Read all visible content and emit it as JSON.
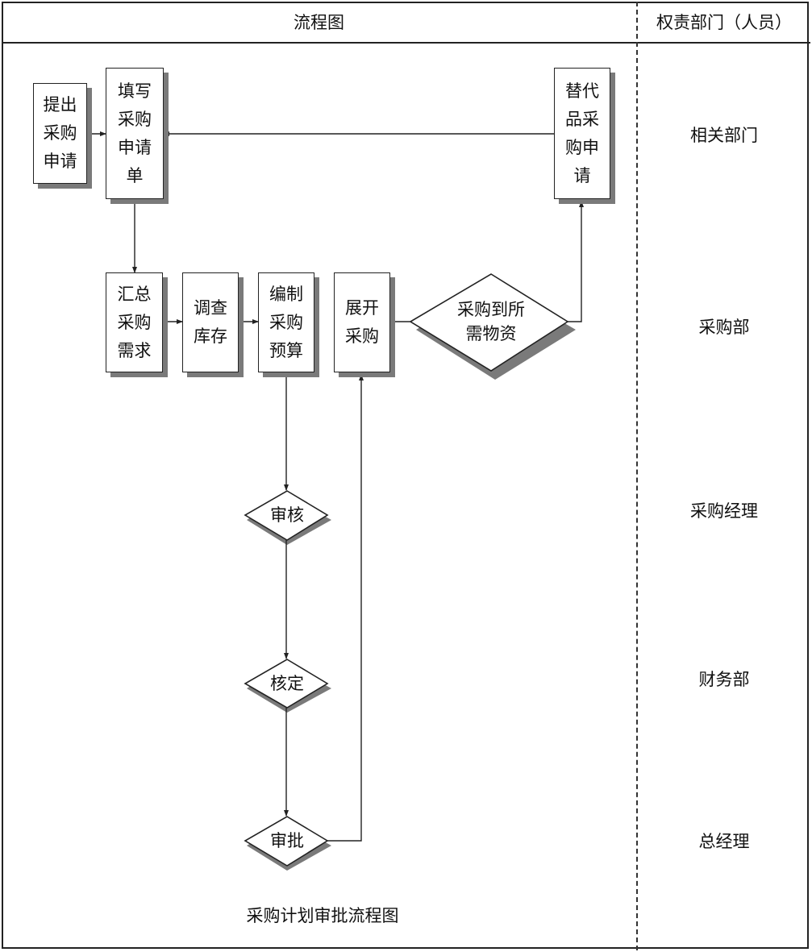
{
  "header": {
    "flow_title": "流程图",
    "role_title": "权责部门（人员）"
  },
  "roles": [
    "相关部门",
    "采购部",
    "采购经理",
    "财务部",
    "总经理"
  ],
  "nodes": {
    "apply": [
      "提出",
      "采购",
      "申请"
    ],
    "fill_form": [
      "填写",
      "采购",
      "申请",
      "单"
    ],
    "substitute": [
      "替代",
      "品采",
      "购申",
      "请"
    ],
    "summarize": [
      "汇总",
      "采购",
      "需求"
    ],
    "inventory": [
      "调查",
      "库存"
    ],
    "budget": [
      "编制",
      "采购",
      "预算"
    ],
    "start_purchase": [
      "展开",
      "采购"
    ],
    "got_goods": [
      "采购到所",
      "需物资"
    ],
    "review": "审核",
    "verify": "核定",
    "approve": "审批"
  },
  "caption": "采购计划审批流程图"
}
